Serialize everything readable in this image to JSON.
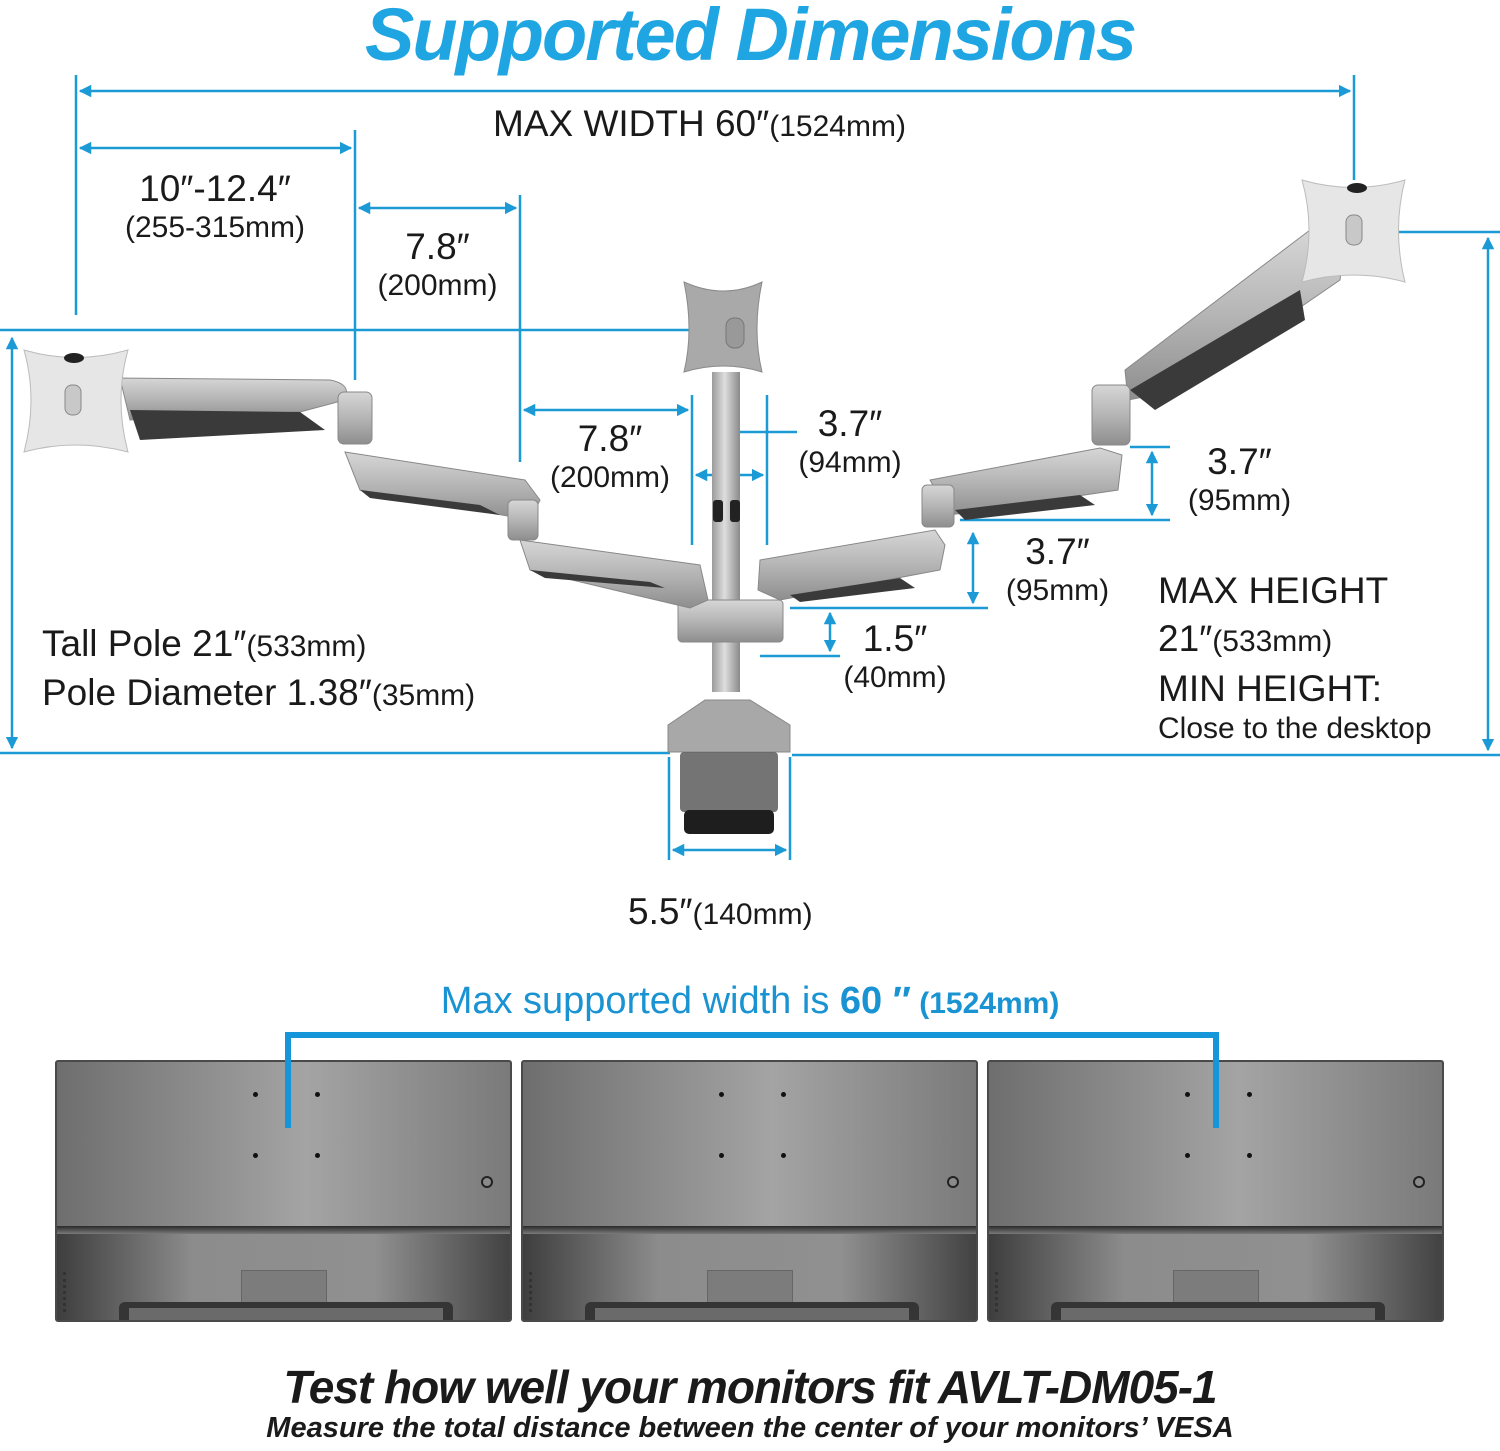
{
  "title": "Supported Dimensions",
  "dimensions": {
    "max_width": {
      "label": "MAX WIDTH 60″",
      "metric": "(1524mm)"
    },
    "arm_reach": {
      "imperial": "10″-12.4″",
      "metric": "(255-315mm)"
    },
    "upper_segment": {
      "imperial": "7.8″",
      "metric": "(200mm)"
    },
    "lower_segment": {
      "imperial": "7.8″",
      "metric": "(200mm)"
    },
    "pole_offset": {
      "imperial": "3.7″",
      "metric": "(94mm)"
    },
    "right_arm_rise": {
      "imperial": "3.7″",
      "metric": "(95mm)"
    },
    "center_arm_rise": {
      "imperial": "3.7″",
      "metric": "(95mm)"
    },
    "collar_height": {
      "imperial": "1.5″",
      "metric": "(40mm)"
    },
    "clamp_width": {
      "imperial": "5.5″",
      "metric": "(140mm)"
    }
  },
  "pole_specs": {
    "tall_pole": {
      "label": "Tall Pole 21″",
      "metric": "(533mm)"
    },
    "diameter": {
      "label": "Pole Diameter 1.38″",
      "metric": "(35mm)"
    }
  },
  "height_specs": {
    "max_label": "MAX HEIGHT",
    "max_value": "21″",
    "max_metric": "(533mm)",
    "min_label": "MIN HEIGHT:",
    "min_value": "Close to the desktop"
  },
  "bottom_section": {
    "heading_prefix": "Max supported width is ",
    "heading_value": "60 ″",
    "heading_metric": " (1524mm)",
    "monitors_count": 3
  },
  "footer": {
    "headline": "Test how well your monitors fit AVLT-DM05-1",
    "subline": "Measure the total distance between the center of your monitors’ VESA"
  },
  "colors": {
    "accent_blue": "#1fa6e2",
    "dimension_line": "#1b9ad6",
    "text": "#1a1a1a",
    "arm_silver": "#b8b8b8"
  }
}
